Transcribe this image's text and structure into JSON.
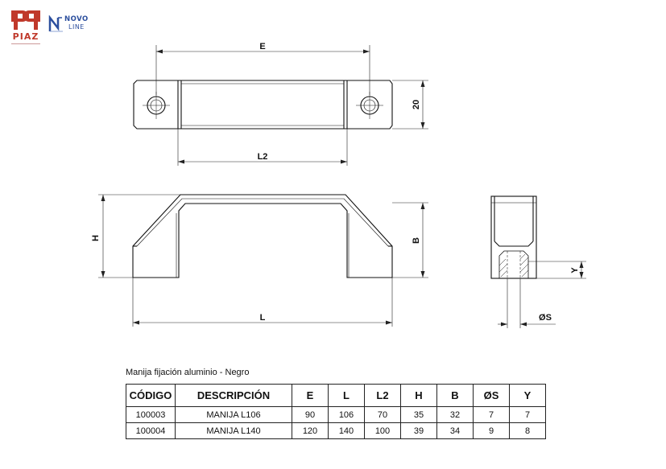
{
  "brand": {
    "piaz_text": "PIAZ",
    "novo_text": "NOVO",
    "line_text": "LINE",
    "piaz_color": "#c0392b",
    "novo_color": "#2c4f9e"
  },
  "dimensions": {
    "E": "E",
    "L2": "L2",
    "h20": "20",
    "H": "H",
    "B": "B",
    "L": "L",
    "Y": "Y",
    "S": "ØS"
  },
  "caption": "Manija fijación aluminio - Negro",
  "table": {
    "headers": [
      "CÓDIGO",
      "DESCRIPCIÓN",
      "E",
      "L",
      "L2",
      "H",
      "B",
      "ØS",
      "Y"
    ],
    "rows": [
      [
        "100003",
        "MANIJA L106",
        "90",
        "106",
        "70",
        "35",
        "32",
        "7",
        "7"
      ],
      [
        "100004",
        "MANIJA L140",
        "120",
        "140",
        "100",
        "39",
        "34",
        "9",
        "8"
      ]
    ]
  }
}
